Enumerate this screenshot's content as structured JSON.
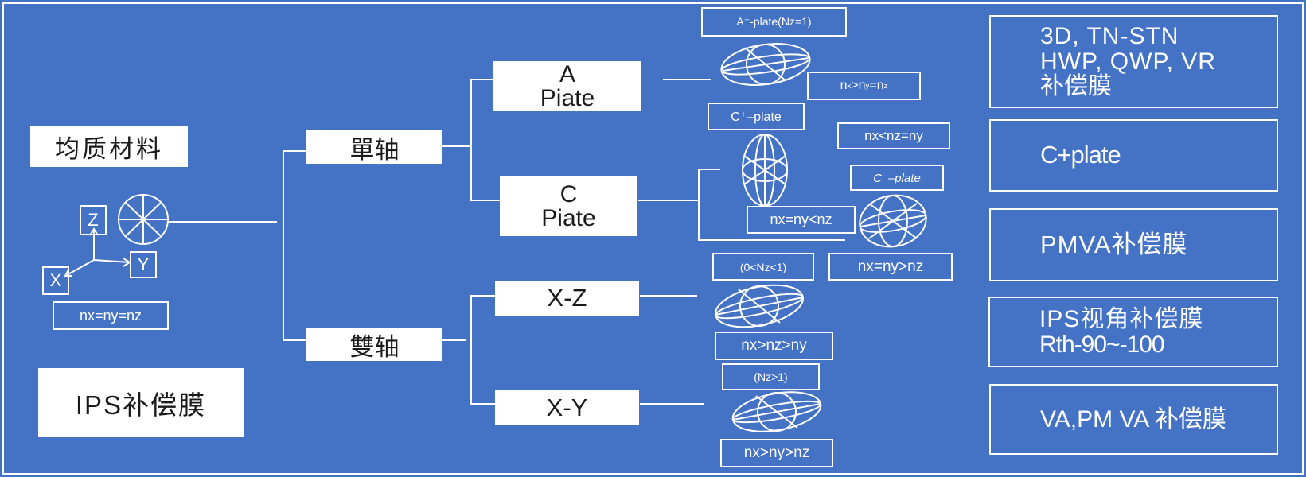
{
  "left": {
    "material": "均质材料",
    "axis_z": "Z",
    "axis_y": "Y",
    "axis_x": "X",
    "isotropic_eq": "nx=ny=nz",
    "ips_film": "IPS补偿膜"
  },
  "middle": {
    "uniaxial": "單轴",
    "biaxial": "雙轴",
    "a_plate_line1": "A",
    "a_plate_line2": "Piate",
    "c_plate_line1": "C",
    "c_plate_line2": "Piate",
    "xz": "X-Z",
    "xy": "X-Y"
  },
  "labels": {
    "a_plate_nz": "A⁺-plate(Nz=1)",
    "a_eq_n1": "n",
    "a_eq_s1": "x",
    "a_eq_gt": ">n",
    "a_eq_s2": "y",
    "a_eq_eq": "=n",
    "a_eq_s3": "z",
    "c_plus": "C⁺–plate",
    "c_eq1": "nx<nz=ny",
    "c_minus": "C⁻–plate",
    "c_eq2": "nx=ny<nz",
    "c_eq3": "nx=ny>nz",
    "xz_range": "(0<Nz<1)",
    "xz_eq": "nx>nz>ny",
    "xy_range": "(Nz>1)",
    "xy_eq": "nx>ny>nz"
  },
  "right": {
    "r1_line1": "3D, TN-STN",
    "r1_line2": "HWP, QWP, VR",
    "r1_line3": "补偿膜",
    "r2": "C+plate",
    "r3": "PMVA补偿膜",
    "r4_line1": "IPS视角补偿膜",
    "r4_line2": "Rth-90~-100",
    "r5": "VA,PM VA 补偿膜"
  },
  "colors": {
    "background": "#4472C4",
    "box": "#FFFFFF",
    "text": "#1A1A1A"
  }
}
